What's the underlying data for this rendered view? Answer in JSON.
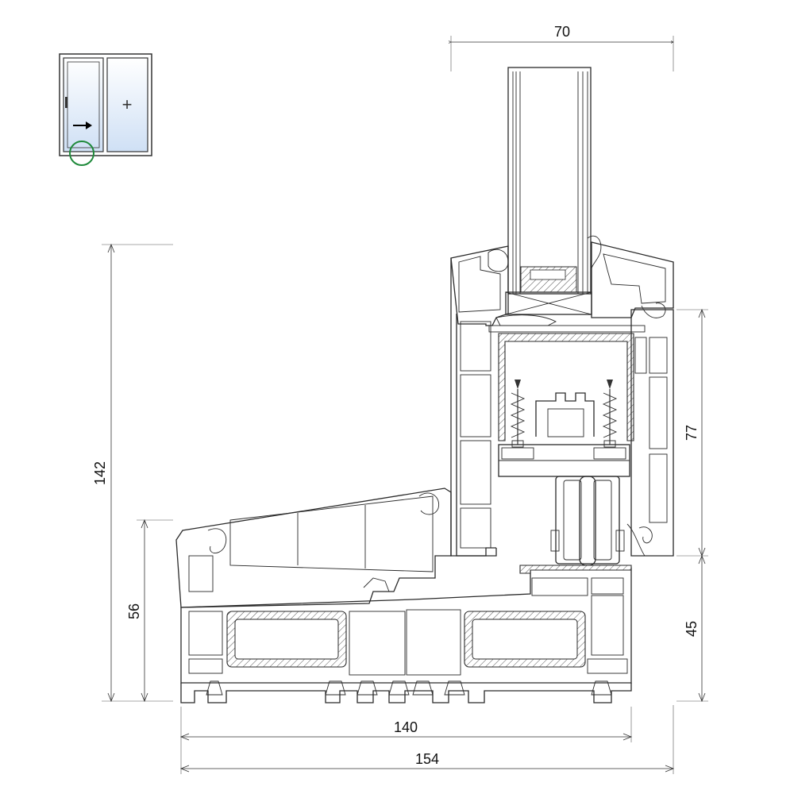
{
  "dimensions": {
    "top_width": "70",
    "total_height": "142",
    "sill_height": "56",
    "frame_height": "77",
    "bottom_height": "45",
    "frame_width": "140",
    "total_width": "154"
  },
  "thumbnail": {
    "plus_symbol": "+",
    "arrow_direction": "right",
    "highlight_color": "#1f8a3b",
    "glass_color": "#cfe0f5"
  },
  "colors": {
    "line": "#2a2a2a",
    "background": "#ffffff"
  }
}
